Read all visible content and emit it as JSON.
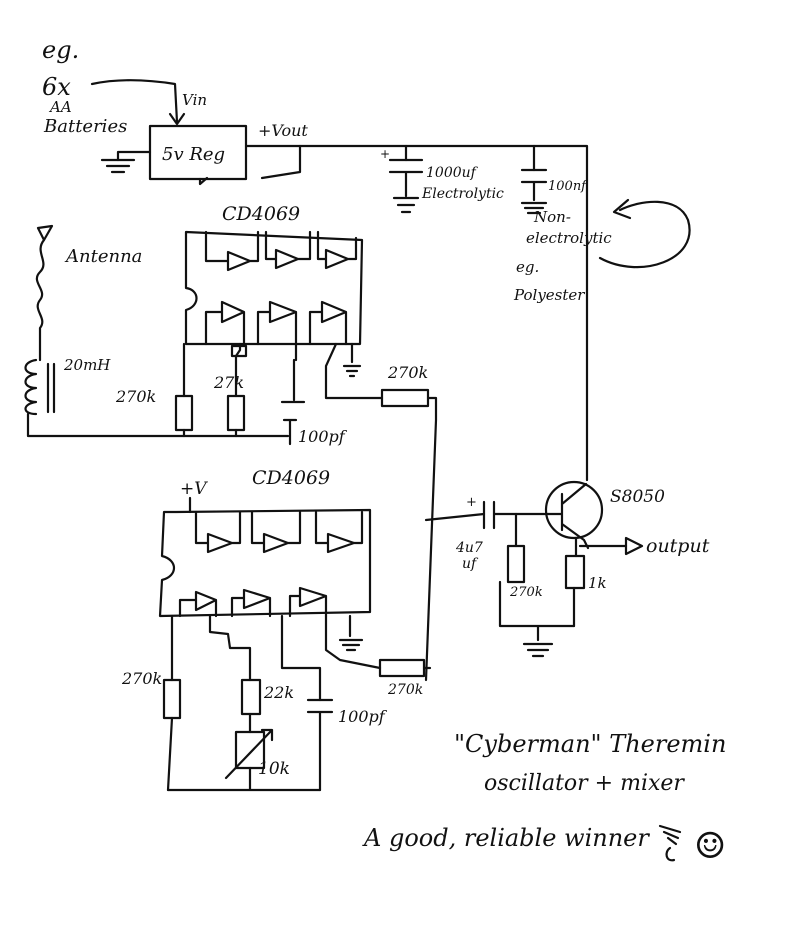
{
  "annotations": {
    "eg_top": "eg.",
    "six_x": "6x",
    "aa": "AA",
    "batteries": "Batteries",
    "vin": "Vin",
    "vout": "+Vout",
    "reg": "5v Reg"
  },
  "caps": {
    "c1000_value": "1000uf",
    "c1000_type": "Electrolytic",
    "c100_value": "100nf",
    "c100_type_1": "Non-",
    "c100_type_2": "electrolytic",
    "c100_eg": "eg.",
    "c100_example": "Polyester",
    "c_top_osc": "100pf",
    "c_bot_osc": "100pf",
    "c_mix_1": "4u7",
    "c_mix_2": "uf"
  },
  "top_osc": {
    "ic": "CD4069",
    "antenna": "Antenna",
    "inductor": "20mH",
    "r1": "270k",
    "r2": "27k",
    "r_out": "270k"
  },
  "bottom_osc": {
    "ic": "CD4069",
    "supply": "+V",
    "r1": "270k",
    "r2": "22k",
    "pot": "10k",
    "r_out": "270k"
  },
  "mixer": {
    "transistor": "S8050",
    "r_base": "270k",
    "r_emitter": "1k",
    "output": "output"
  },
  "caption": {
    "line1": "\"Cyberman\" Theremin",
    "line2": "oscillator + mixer",
    "line3": "A good, reliable winner",
    "smiley": "☺"
  }
}
